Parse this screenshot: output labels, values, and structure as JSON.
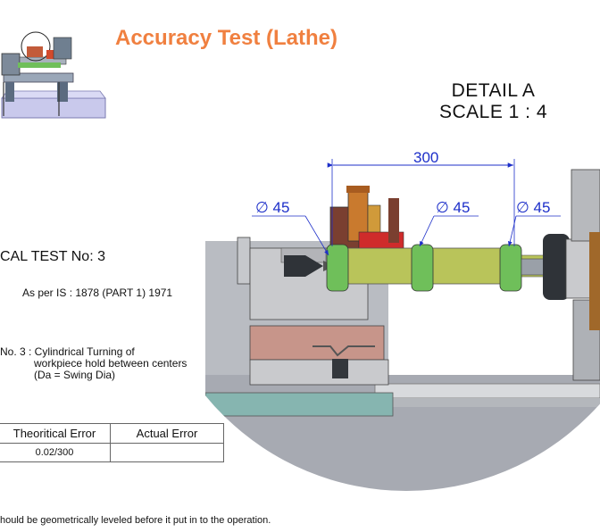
{
  "title": "Accuracy Test (Lathe)",
  "detail": {
    "line1": "DETAIL A",
    "line2": "SCALE 1 : 4"
  },
  "test": {
    "number_label": "CAL TEST No: 3",
    "standard": "As per IS : 1878 (PART 1) 1971",
    "desc_line1": "No. 3  : Cylindrical Turning of",
    "desc_line2": "workpiece hold  between centers",
    "desc_line3": "(Da = Swing Dia)"
  },
  "error_table": {
    "headers": [
      "Theoritical Error",
      "Actual Error"
    ],
    "rows": [
      [
        "0.02/300",
        ""
      ]
    ]
  },
  "note": "hould be geometrically leveled before it put in to the operation.",
  "dimensions": {
    "length": "300",
    "dia1": "∅ 45",
    "dia2": "∅ 45",
    "dia3": "∅ 45"
  },
  "colors": {
    "title": "#f08040",
    "dimension": "#1d2fc9",
    "collar": "#6fbf5a",
    "shaft": "#b9c45a"
  }
}
